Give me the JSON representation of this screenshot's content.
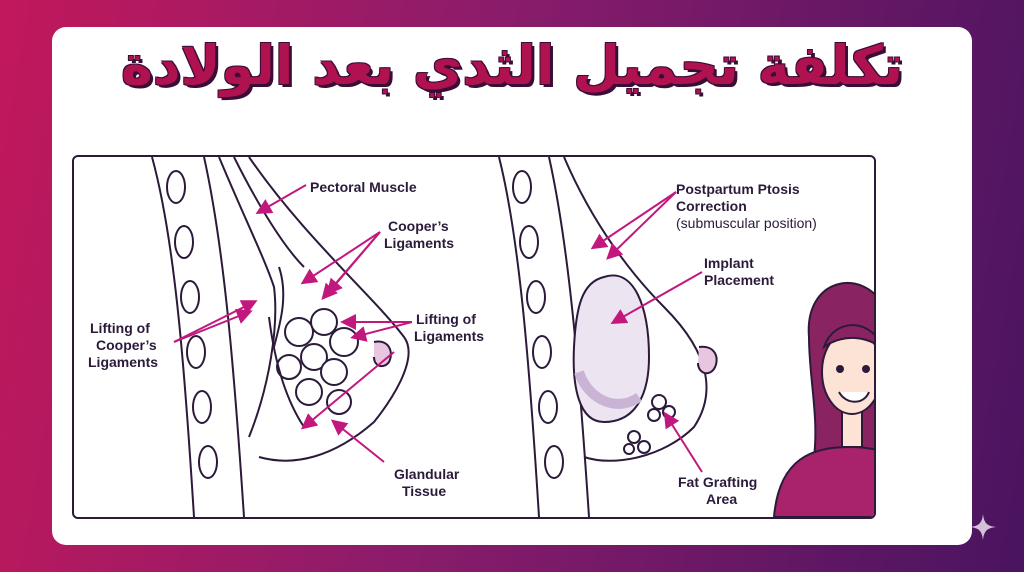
{
  "title": "تكلفة تجميل الثدي بعد الولادة",
  "labels": {
    "pectoral_muscle": "Pectoral Muscle",
    "coopers_ligaments_1": "Cooper’s",
    "coopers_ligaments_2": "Ligaments",
    "lifting_coopers_1": "Lifting of",
    "lifting_coopers_2": "Cooper’s",
    "lifting_coopers_3": "Ligaments",
    "lifting_ligaments_1": "Lifting of",
    "lifting_ligaments_2": "Ligaments",
    "glandular_1": "Glandular",
    "glandular_2": "Tissue",
    "ptosis_1": "Postpartum Ptosis",
    "ptosis_2": "Correction",
    "ptosis_3": "(submuscular position)",
    "implant_1": "Implant",
    "implant_2": "Placement",
    "fat_1": "Fat Grafting",
    "fat_2": "Area"
  },
  "colors": {
    "accent": "#c2187e",
    "outline": "#2c1a3a",
    "title": "#b0124f",
    "background_start": "#c2185b",
    "background_end": "#4a1460"
  },
  "icons": [
    "sparkle-icon"
  ]
}
